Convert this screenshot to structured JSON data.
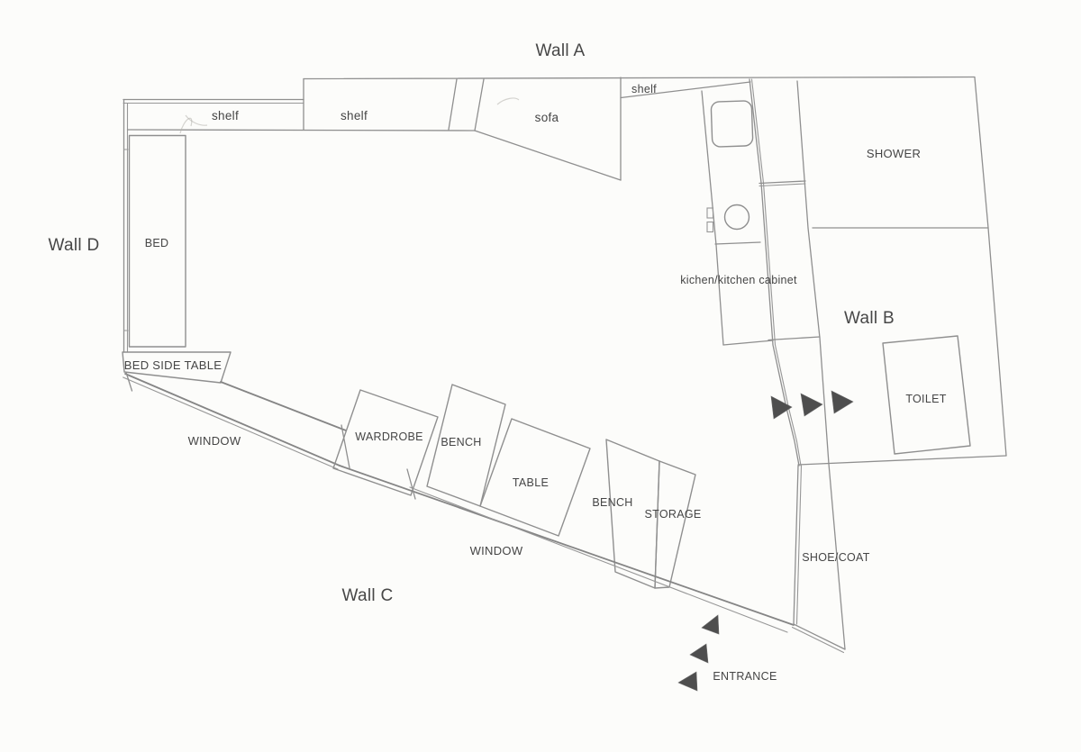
{
  "diagram_type": "apartment floor plan (scanned drawing)",
  "labels": {
    "wall_a": "Wall A",
    "wall_b": "Wall B",
    "wall_c": "Wall C",
    "wall_d": "Wall D",
    "shelf_left": "shelf",
    "shelf_mid": "shelf",
    "shelf_right": "shelf",
    "sofa": "sofa",
    "shower": "SHOWER",
    "kitchen_cabinet": "kichen/kitchen cabinet",
    "bed": "BED",
    "bed_side_table": "BED SIDE TABLE",
    "window_left": "WINDOW",
    "window_bottom": "WINDOW",
    "wardrobe": "WARDROBE",
    "bench_left": "BENCH",
    "table": "TABLE",
    "bench_right": "BENCH",
    "storage": "STORAGE",
    "shoe_coat": "SHOE/COAT",
    "entrance": "ENTRANCE",
    "toilet": "TOILET"
  },
  "passage_arrows": {
    "bathroom_doorway": {
      "count": 3,
      "direction": "right"
    },
    "entrance_doorway": {
      "count": 3,
      "direction": "left"
    }
  },
  "colors": {
    "background": "#fcfcfa",
    "line": "#8f8f8f",
    "line_dark": "#858585",
    "text": "#454545",
    "arrow_fill": "#4e4e4e"
  }
}
